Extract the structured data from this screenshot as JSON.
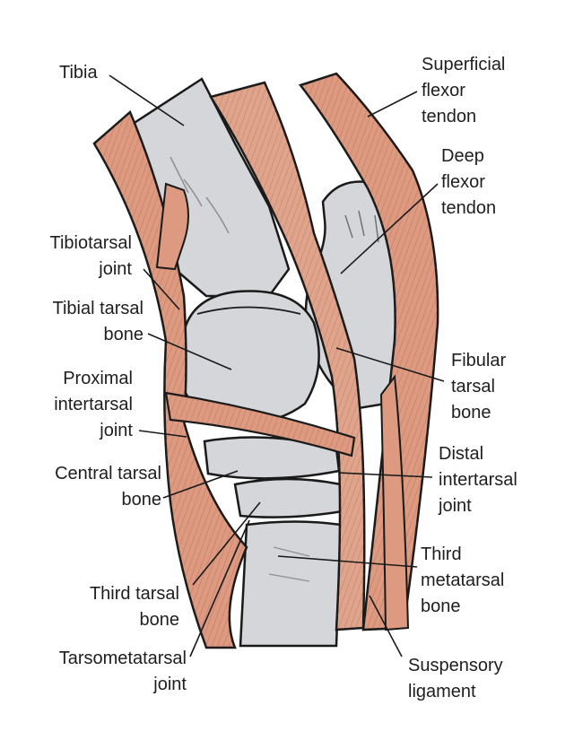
{
  "labels": {
    "tibia": [
      "Tibia"
    ],
    "superficial_flexor_tendon": [
      "Superficial",
      "flexor",
      "tendon"
    ],
    "deep_flexor_tendon": [
      "Deep",
      "flexor",
      "tendon"
    ],
    "tibiotarsal_joint": [
      "Tibiotarsal",
      "joint"
    ],
    "tibial_tarsal_bone": [
      "Tibial tarsal",
      "bone"
    ],
    "proximal_intertarsal_joint": [
      "Proximal",
      "intertarsal",
      "joint"
    ],
    "fibular_tarsal_bone": [
      "Fibular",
      "tarsal",
      "bone"
    ],
    "central_tarsal_bone": [
      "Central tarsal",
      "bone"
    ],
    "distal_intertarsal_joint": [
      "Distal",
      "intertarsal",
      "joint"
    ],
    "third_metatarsal_bone": [
      "Third",
      "metatarsal",
      "bone"
    ],
    "third_tarsal_bone": [
      "Third tarsal",
      "bone"
    ],
    "tarsometatarsal_joint": [
      "Tarsometatarsal",
      "joint"
    ],
    "suspensory_ligament": [
      "Suspensory",
      "ligament"
    ]
  },
  "colors": {
    "bone": "#d4d6d9",
    "bone_shade": "#b9bcc0",
    "tendon": "#dd9a80",
    "tendon_light": "#eab7a2",
    "outline": "#1a1a1a"
  }
}
